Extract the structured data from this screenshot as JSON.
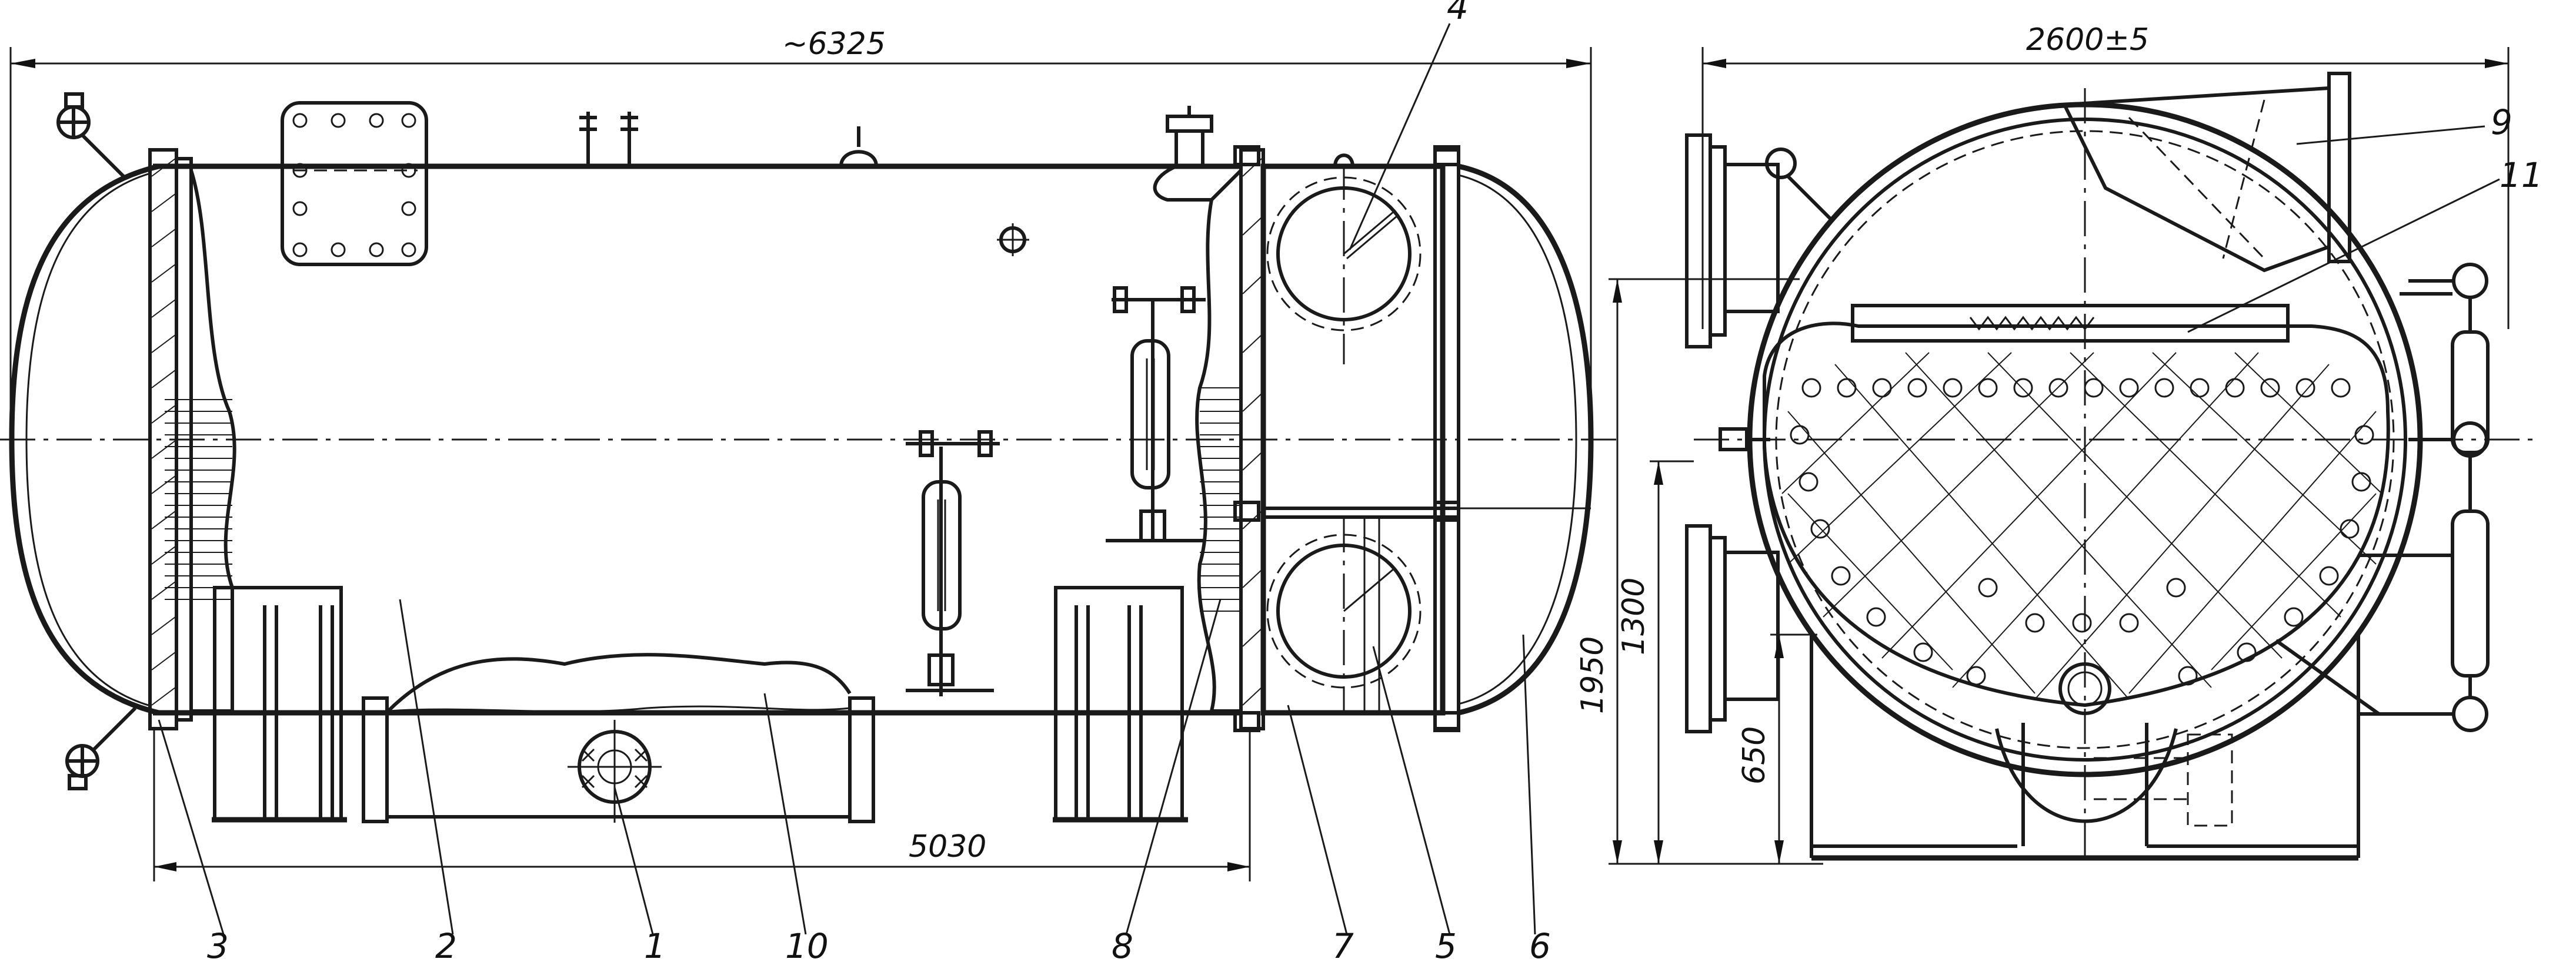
{
  "dimensions": {
    "overall_length": "~6325",
    "tube_length": "5030",
    "end_width": "2600±5",
    "height_total": "1950",
    "height_mid": "1300",
    "height_low": "650"
  },
  "callouts": [
    "1",
    "2",
    "3",
    "4",
    "5",
    "6",
    "7",
    "8",
    "9",
    "10",
    "11"
  ]
}
